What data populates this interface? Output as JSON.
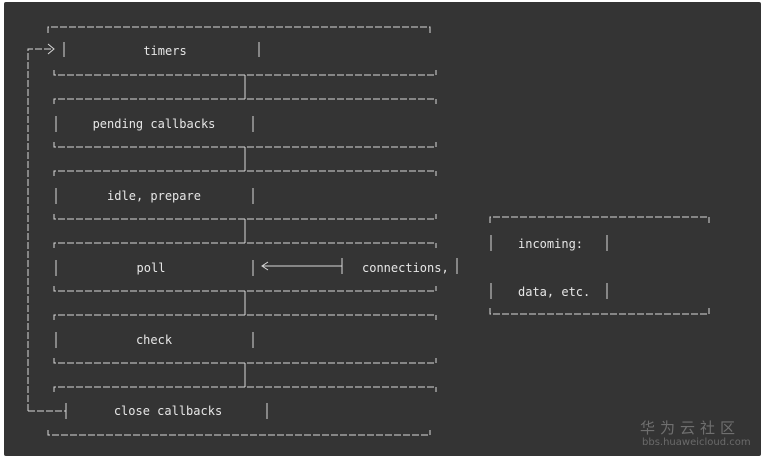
{
  "diagram": {
    "phases": [
      "timers",
      "pending callbacks",
      "idle, prepare",
      "poll",
      "check",
      "close callbacks"
    ],
    "connections_label": "connections,",
    "incoming_lines": [
      "incoming:",
      "data, etc."
    ],
    "colors": {
      "background": "#343434",
      "line": "#d9d9d9",
      "text": "#e6e6e6"
    }
  },
  "watermark": {
    "brand": "华为云社区",
    "url": "bbs.huaweicloud.com"
  }
}
